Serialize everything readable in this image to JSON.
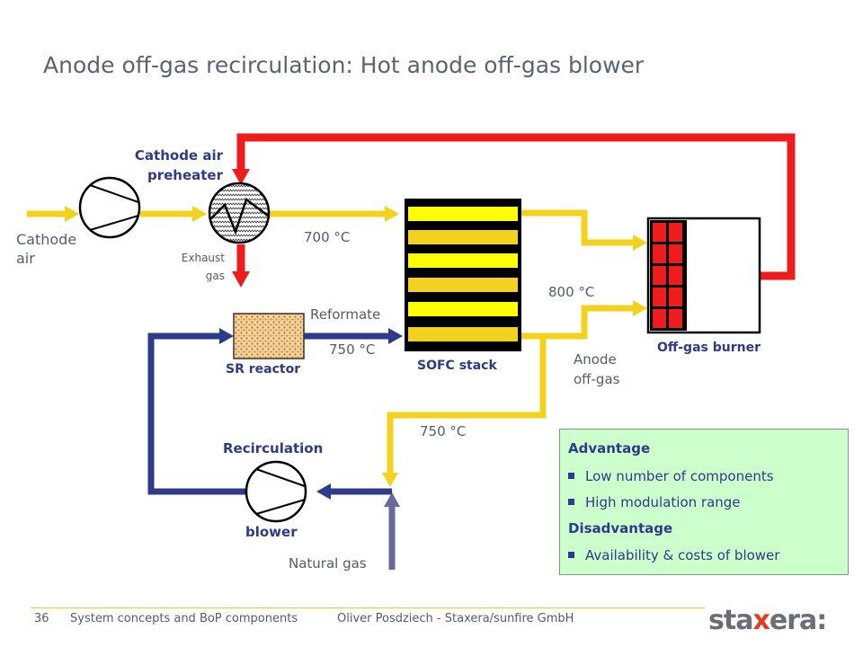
{
  "slide": {
    "title": "Anode off-gas recirculation: Hot anode off-gas blower"
  },
  "labels": {
    "cathode_air_preheater_line1": "Cathode air",
    "cathode_air_preheater_line2": "preheater",
    "cathode_air_line1": "Cathode",
    "cathode_air_line2": "air",
    "exhaust_gas_line1": "Exhaust",
    "exhaust_gas_line2": "gas",
    "temp_700": "700 °C",
    "temp_800": "800 °C",
    "reformate": "Reformate",
    "temp_750_reformate": "750 °C",
    "sr_reactor": "SR reactor",
    "sofc_stack": "SOFC stack",
    "off_gas_burner": "Off-gas burner",
    "anode_offgas_line1": "Anode",
    "anode_offgas_line2": "off-gas",
    "temp_750_recirc": "750 °C",
    "recirculation": "Recirculation",
    "blower": "blower",
    "natural_gas": "Natural gas"
  },
  "infobox": {
    "advantage_heading": "Advantage",
    "advantages": [
      "Low number of components",
      "High modulation range"
    ],
    "disadvantage_heading": "Disadvantage",
    "disadvantages": [
      "Availability & costs of blower"
    ]
  },
  "footer": {
    "page_number": "36",
    "section": "System concepts and BoP components",
    "author": "Oliver Posdziech - Staxera/sunfire GmbH",
    "logo_part1": "sta",
    "logo_x": "x",
    "logo_part2": "era",
    "logo_suffix": ":"
  },
  "colors": {
    "yellow_flow": "#f2d21e",
    "red_flow": "#ee1c1c",
    "blue_flow": "#2e3a8a",
    "natural_gas_flow": "#6a6a9a",
    "label_blue": "#2e3a8a",
    "infobox_bg": "#ccffcc",
    "logo_accent": "#e63c1e"
  }
}
